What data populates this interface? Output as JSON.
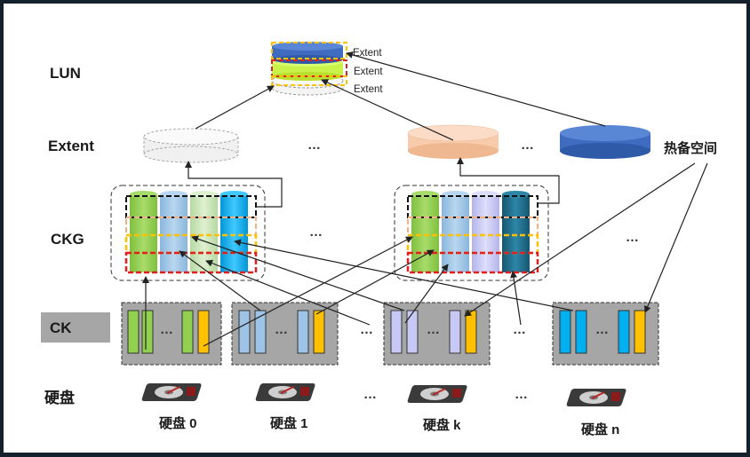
{
  "levels": {
    "lun": "LUN",
    "extent": "Extent",
    "ckg": "CKG",
    "ck": "CK",
    "disk": "硬盘"
  },
  "lun_extent_labels": [
    "Extent",
    "Extent",
    "Extent"
  ],
  "hot_spare_label": "热备空间",
  "disks": [
    "硬盘 0",
    "硬盘 1",
    "硬盘 k",
    "硬盘 n"
  ],
  "ellipsis": "…",
  "colors": {
    "background_frame": "#14202c",
    "green": "#92d050",
    "light_blue": "#9dc3e6",
    "light_green": "#c5e0b4",
    "cyan": "#00b0f0",
    "lavender": "#c8c8f5",
    "dark_teal": "#1f6b8a",
    "gold": "#ffc000",
    "salmon": "#f8cbad",
    "royal_blue": "#3f6cc1",
    "lime": "#c9f34a",
    "red_dash": "#e02020",
    "orange_dash": "#f4b183",
    "ck_box": "#a6a6a6"
  },
  "icons": [
    "hard-disk-icon"
  ]
}
